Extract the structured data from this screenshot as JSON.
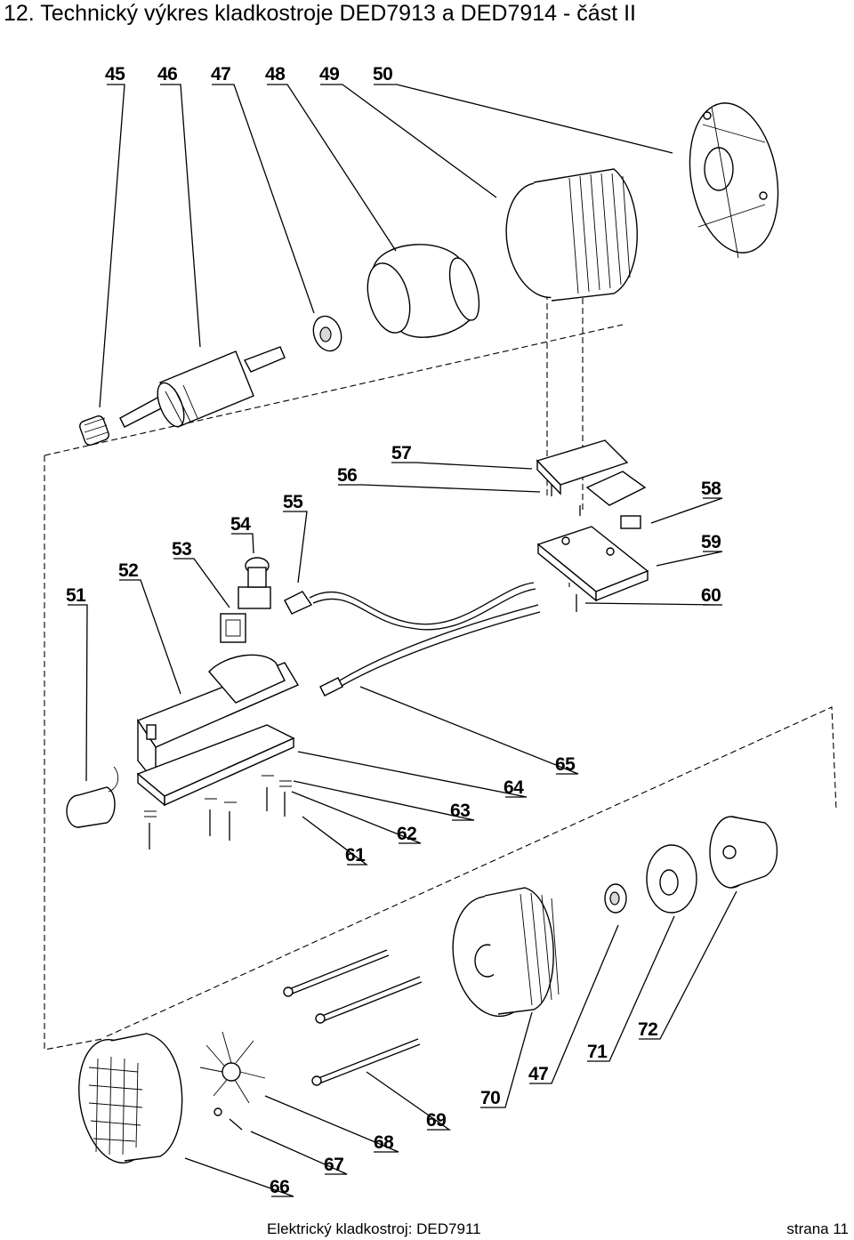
{
  "title": "12. Technický výkres kladkostroje DED7913 a DED7914 - část II",
  "labels": {
    "p45": "45",
    "p46": "46",
    "p47a": "47",
    "p48": "48",
    "p49": "49",
    "p50": "50",
    "p51": "51",
    "p52": "52",
    "p53": "53",
    "p54": "54",
    "p55": "55",
    "p56": "56",
    "p57": "57",
    "p58": "58",
    "p59": "59",
    "p60": "60",
    "p61": "61",
    "p62": "62",
    "p63": "63",
    "p64": "64",
    "p65": "65",
    "p66": "66",
    "p67": "67",
    "p68": "68",
    "p69": "69",
    "p70": "70",
    "p47b": "47",
    "p71": "71",
    "p72": "72"
  },
  "footer": {
    "left": "Elektrický kladkostroj: DED7911",
    "right": "strana 11"
  }
}
